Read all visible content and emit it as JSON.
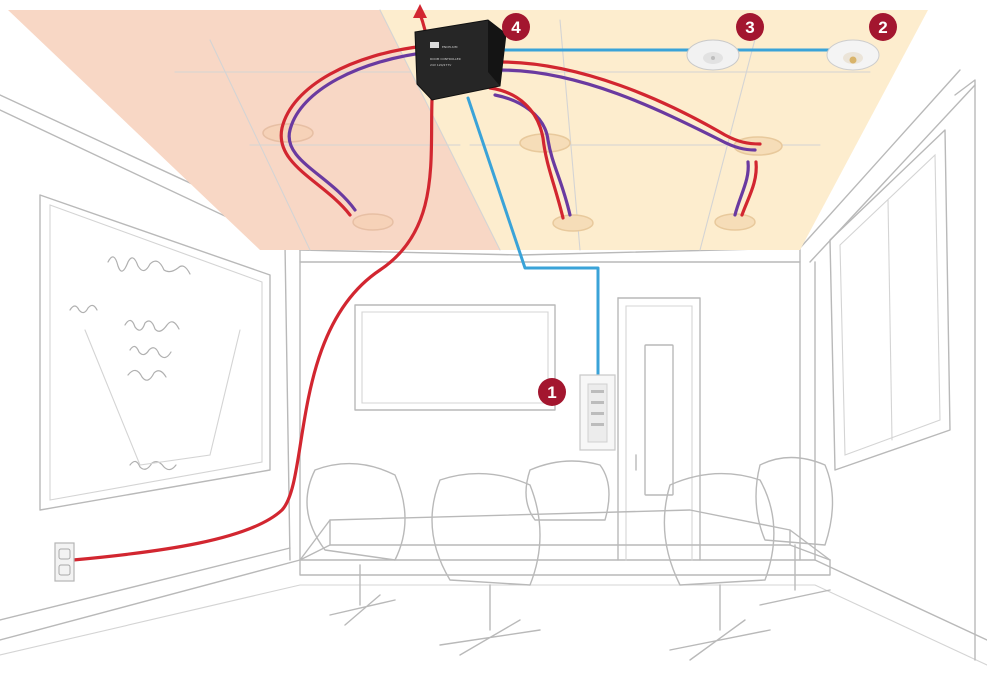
{
  "colors": {
    "ceiling_left": "#f8d7c5",
    "ceiling_right": "#fdedce",
    "line_voltage_wire": "#d22630",
    "low_voltage_wire": "#6a3aa0",
    "control_wire": "#3aa3d8",
    "badge": "#a3162f"
  },
  "badges": [
    {
      "label": "1",
      "component": "wall switch"
    },
    {
      "label": "2",
      "component": "ceiling daylight sensor"
    },
    {
      "label": "3",
      "component": "ceiling occupancy sensor"
    },
    {
      "label": "4",
      "component": "room controller"
    }
  ],
  "icons": [
    "room-controller-icon",
    "wall-switch-icon",
    "occupancy-sensor-icon",
    "daylight-sensor-icon",
    "downlight-icon",
    "wall-outlet-icon"
  ]
}
